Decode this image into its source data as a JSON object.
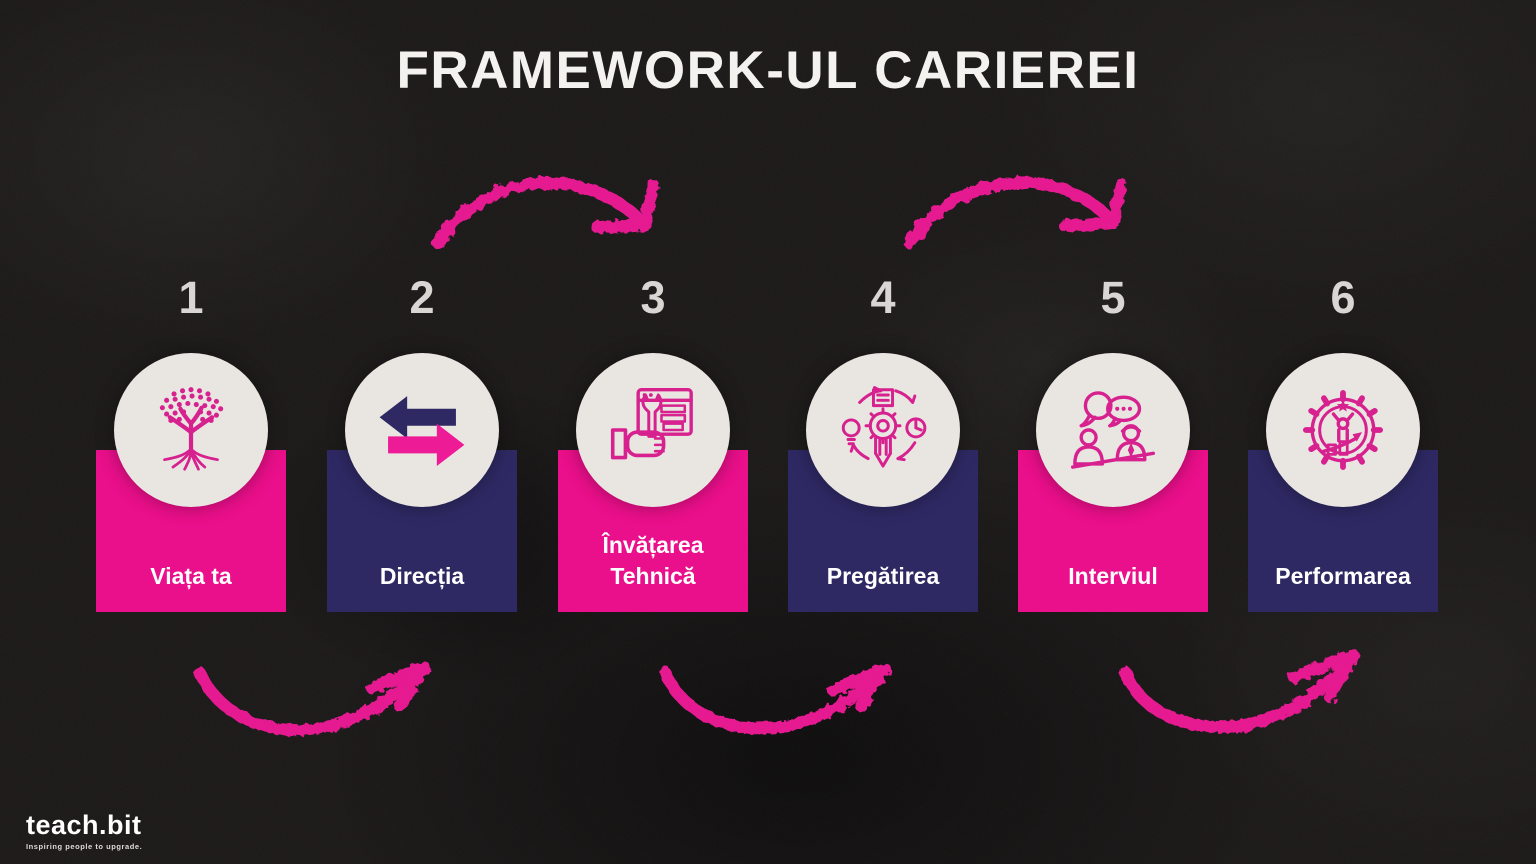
{
  "title": "FRAMEWORK-UL CARIEREI",
  "steps": [
    {
      "number": "1",
      "label": "Viața ta",
      "icon": "tree-of-life-icon",
      "box_color": "pink"
    },
    {
      "number": "2",
      "label": "Direcția",
      "icon": "direction-arrows-icon",
      "box_color": "navy"
    },
    {
      "number": "3",
      "label": "Învățarea Tehnică",
      "icon": "technical-learning-icon",
      "box_color": "pink"
    },
    {
      "number": "4",
      "label": "Pregătirea",
      "icon": "preparation-process-icon",
      "box_color": "navy"
    },
    {
      "number": "5",
      "label": "Interviul",
      "icon": "interview-icon",
      "box_color": "pink"
    },
    {
      "number": "6",
      "label": "Performarea",
      "icon": "performance-gear-icon",
      "box_color": "navy"
    }
  ],
  "arrows": {
    "style": "hand-drawn chalk curve",
    "color": "#e5188f",
    "top": [
      "step-1-to-2",
      "step-4-to-5"
    ],
    "bottom": [
      "step-1-to-2",
      "step-3-to-4",
      "step-5-to-6"
    ]
  },
  "logo": {
    "name": "teach.bit",
    "tagline": "Inspiring people to upgrade."
  },
  "colors": {
    "background": "#1b1818",
    "pink_box": "#ea0f8a",
    "navy_box": "#2e2963",
    "circle": "#e9e6e2",
    "icon_stroke": "#d6218f",
    "number": "#d8d5d2",
    "title": "#f4f2ef",
    "arrow": "#e5188f"
  }
}
